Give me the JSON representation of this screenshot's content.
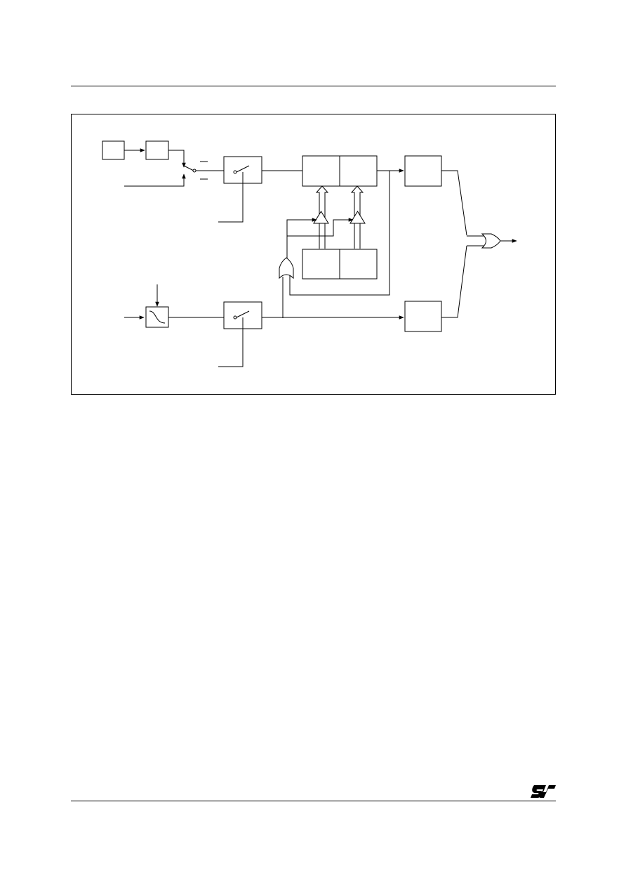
{
  "page": {
    "background": "#ffffff",
    "line_color": "#000000",
    "logo": {
      "icon": "st-logo-icon",
      "text": "ST"
    }
  },
  "diagram": {
    "labels": [],
    "blocks": [
      "source-block-1",
      "source-block-2",
      "switch-block-upper",
      "register-upper-left",
      "register-upper-right",
      "output-block-upper",
      "register-lower-left",
      "register-lower-right",
      "filter-block",
      "switch-block-lower",
      "output-block-lower"
    ],
    "gates": [
      "or-gate-output",
      "or-gate-comparator"
    ],
    "comparators": [
      "comparator-left",
      "comparator-right"
    ]
  }
}
